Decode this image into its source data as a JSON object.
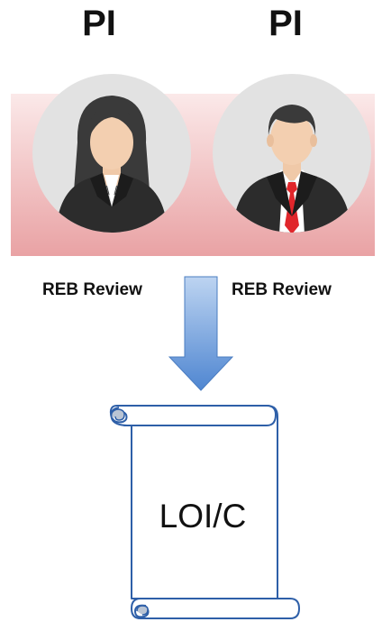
{
  "top_labels": {
    "left": "PI",
    "right": "PI"
  },
  "review_labels": {
    "left": "REB Review",
    "right": "REB Review"
  },
  "document": {
    "label": "LOI/C"
  },
  "icons": {
    "left_avatar": "businesswoman-avatar-icon",
    "right_avatar": "businessman-avatar-icon",
    "flow_arrow": "down-arrow-icon",
    "document": "scroll-document-icon"
  },
  "colors": {
    "band_top": "#fbe9e9",
    "band_bottom": "#e9a2a4",
    "avatar_circle": "#e2e2e2",
    "arrow_light": "#bdd4f1",
    "arrow_dark": "#4f86d1",
    "scroll_outline": "#2e5fa8",
    "tie": "#e0262b"
  }
}
